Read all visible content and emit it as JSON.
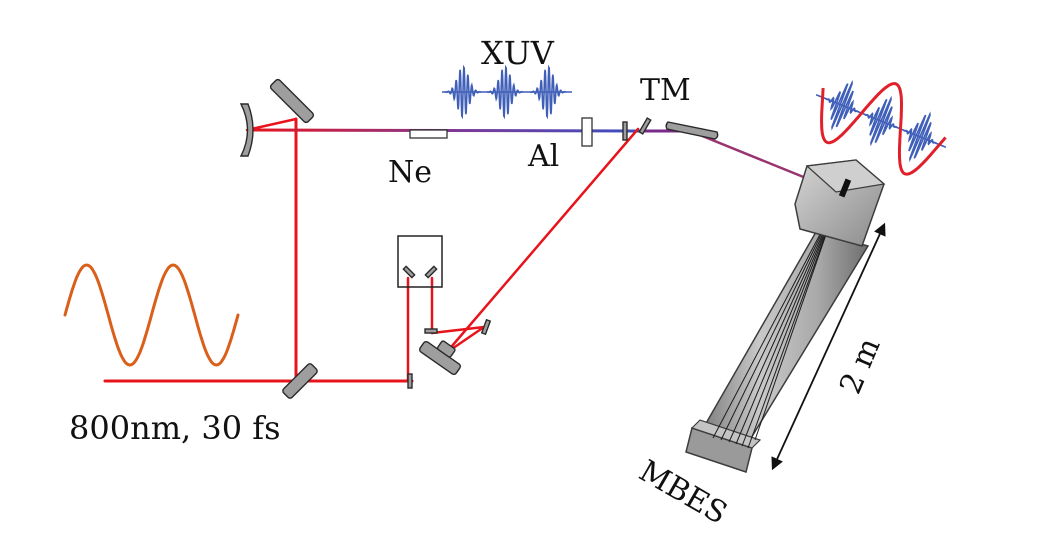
{
  "labels": {
    "xuv": "XUV",
    "tm": "TM",
    "ne": "Ne",
    "al": "Al",
    "laser": "800nm, 30 fs",
    "distance": "2 m",
    "detector": "MBES"
  },
  "colors": {
    "ir_beam": "#e8141c",
    "xuv_wave": "#3f5fb8",
    "ir_wave": "#d95f1a",
    "ir_field": "#e0202a",
    "mixed_beam": "#9a3470",
    "mirror_fill": "#9e9e9e",
    "mirror_stroke": "#2a2a2a"
  },
  "icons": {
    "input_wave": "sine-wave-icon",
    "xuv_pulses": "attosecond-pulse-train-icon",
    "output_field": "pump-probe-field-icon"
  }
}
